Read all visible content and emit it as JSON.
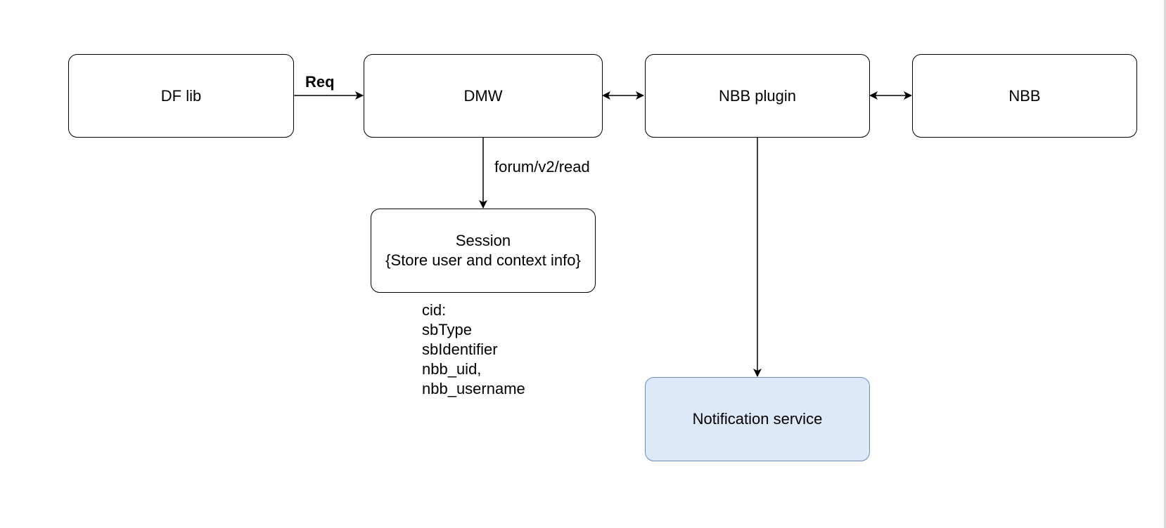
{
  "nodes": {
    "df_lib": "DF lib",
    "dmw": "DMW",
    "nbb_plugin": "NBB plugin",
    "nbb": "NBB",
    "session_title": "Session",
    "session_subtitle": "{Store user and context info}",
    "notification": "Notification service"
  },
  "edges": {
    "req_label": "Req",
    "read_label": "forum/v2/read"
  },
  "session_fields": [
    "cid:",
    "sbType",
    "sbIdentifier",
    "nbb_uid,",
    "nbb_username"
  ],
  "colors": {
    "stroke": "#000000",
    "notification_fill": "#dde8f8",
    "notification_stroke": "#6c8ebf"
  }
}
